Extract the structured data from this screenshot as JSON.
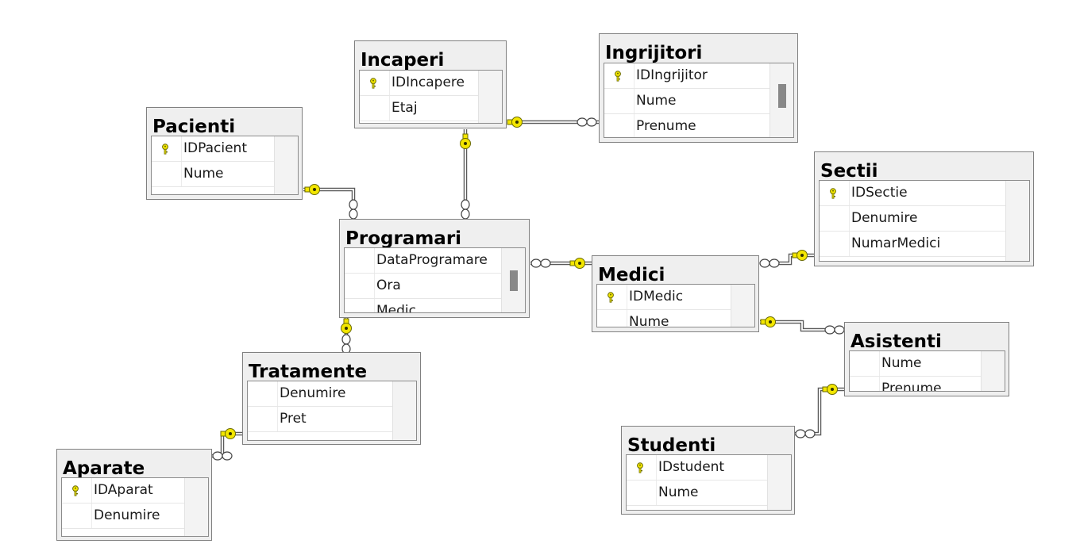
{
  "diagram": {
    "tables": [
      {
        "id": "pacienti",
        "title": "Pacienti",
        "columns": [
          {
            "name": "IDPacient",
            "pk": true
          },
          {
            "name": "Nume",
            "pk": false
          }
        ]
      },
      {
        "id": "incaperi",
        "title": "Incaperi",
        "columns": [
          {
            "name": "IDIncapere",
            "pk": true
          },
          {
            "name": "Etaj",
            "pk": false
          }
        ]
      },
      {
        "id": "ingrijitori",
        "title": "Ingrijitori",
        "columns": [
          {
            "name": "IDIngrijitor",
            "pk": true
          },
          {
            "name": "Nume",
            "pk": false
          },
          {
            "name": "Prenume",
            "pk": false
          }
        ]
      },
      {
        "id": "sectii",
        "title": "Sectii",
        "columns": [
          {
            "name": "IDSectie",
            "pk": true
          },
          {
            "name": "Denumire",
            "pk": false
          },
          {
            "name": "NumarMedici",
            "pk": false
          }
        ]
      },
      {
        "id": "programari",
        "title": "Programari",
        "columns": [
          {
            "name": "DataProgramare",
            "pk": false
          },
          {
            "name": "Ora",
            "pk": false
          },
          {
            "name": "Medic",
            "pk": false
          }
        ]
      },
      {
        "id": "medici",
        "title": "Medici",
        "columns": [
          {
            "name": "IDMedic",
            "pk": true
          },
          {
            "name": "Nume",
            "pk": false
          }
        ]
      },
      {
        "id": "asistenti",
        "title": "Asistenti",
        "columns": [
          {
            "name": "Nume",
            "pk": false
          },
          {
            "name": "Prenume",
            "pk": false
          }
        ]
      },
      {
        "id": "tratamente",
        "title": "Tratamente",
        "columns": [
          {
            "name": "Denumire",
            "pk": false
          },
          {
            "name": "Pret",
            "pk": false
          }
        ]
      },
      {
        "id": "aparate",
        "title": "Aparate",
        "columns": [
          {
            "name": "IDAparat",
            "pk": true
          },
          {
            "name": "Denumire",
            "pk": false
          }
        ]
      },
      {
        "id": "studenti",
        "title": "Studenti",
        "columns": [
          {
            "name": "IDstudent",
            "pk": true
          },
          {
            "name": "Nume",
            "pk": false
          }
        ]
      }
    ],
    "relationships": [
      {
        "one": "incaperi",
        "many": "programari"
      },
      {
        "one": "pacienti",
        "many": "programari"
      },
      {
        "one": "incaperi",
        "many": "ingrijitori"
      },
      {
        "one": "medici",
        "many": "programari"
      },
      {
        "one": "sectii",
        "many": "medici"
      },
      {
        "one": "medici",
        "many": "asistenti"
      },
      {
        "one": "asistenti",
        "many": "studenti"
      },
      {
        "one": "programari",
        "many": "tratamente"
      },
      {
        "one": "tratamente",
        "many": "aparate"
      }
    ],
    "colors": {
      "key": "#f3e600",
      "key_outline": "#6b6b00",
      "line": "#5a5a5a",
      "pk_icon": "#c9a800"
    }
  }
}
